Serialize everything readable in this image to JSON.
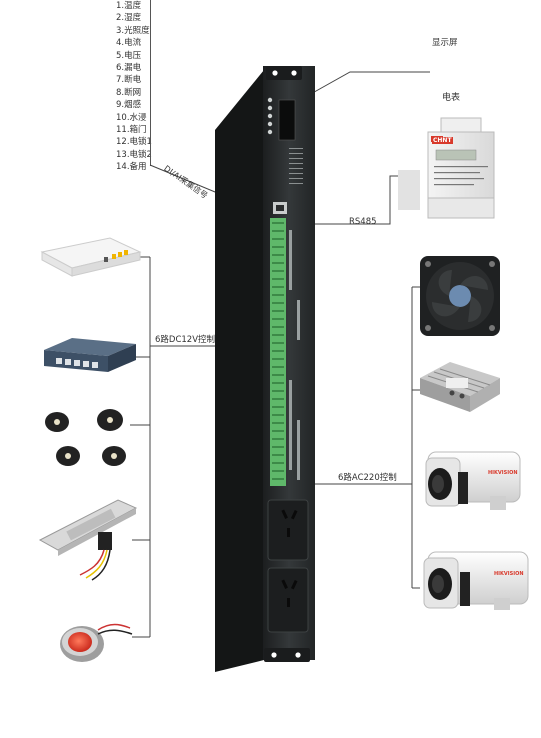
{
  "sensor_inputs": [
    "1.温度",
    "2.湿度",
    "3.光照度",
    "4.电流",
    "5.电压",
    "6.漏电",
    "7.断电",
    "8.断网",
    "9.烟感",
    "10.水浸",
    "11.箱门",
    "12.电锁1",
    "13.电锁2",
    "14.备用"
  ],
  "labels": {
    "display": "显示屏",
    "meter": "电表",
    "di_ai": "DI/AI采集信号",
    "rs485": "RS485",
    "dc12v": "6路DC12V控制",
    "ac220": "6路AC220控制"
  },
  "meter_brand": "CHNT",
  "camera_brand": "HIKVISION",
  "colors": {
    "device_body": "#2a2d2e",
    "terminal_green": "#5fb86a",
    "line": "#444444",
    "button_red": "#e33b2a"
  }
}
